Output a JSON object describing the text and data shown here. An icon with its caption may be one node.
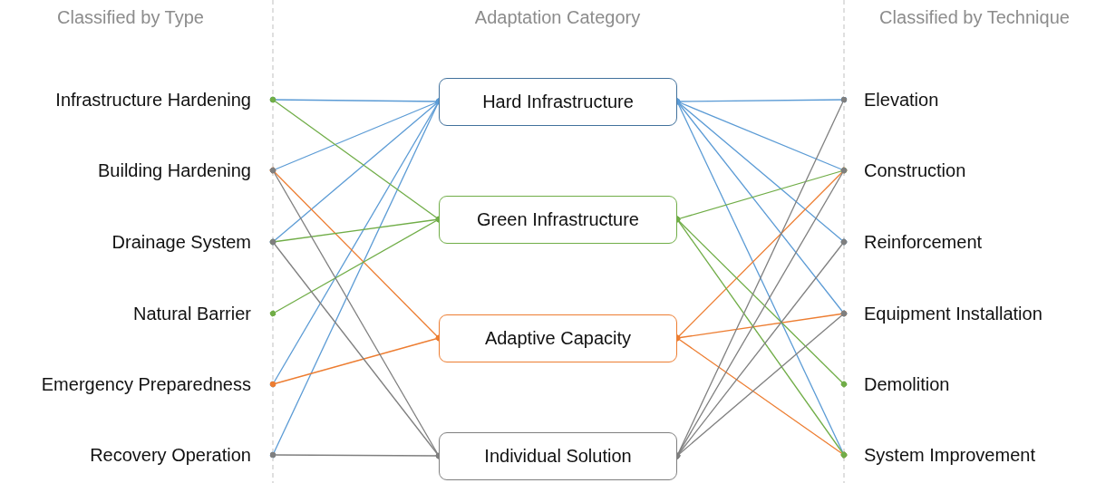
{
  "diagram": {
    "nodes": [
      {
        "text": [
          "Infrastructure Hardening"
        ]
      },
      {
        "text": [
          "Building Hardening"
        ]
      },
      {
        "text": [
          "Drainage System"
        ]
      },
      {
        "text": [
          "Natural Barrier"
        ]
      },
      {
        "text": [
          "Emergency Preparedness"
        ]
      },
      {
        "text": [
          "Recovery Operation"
        ]
      },
      {
        "text": [
          "Hard Infrastructure"
        ]
      },
      {
        "text": [
          "Green Infrastructure"
        ]
      },
      {
        "text": [
          "Adaptive Capacity"
        ]
      },
      {
        "text": [
          "Individual Solution"
        ]
      },
      {
        "text": [
          "Elevation"
        ]
      },
      {
        "text": [
          "Construction"
        ]
      },
      {
        "text": [
          "Reinforcement"
        ]
      },
      {
        "text": [
          "Equipment Installation"
        ]
      },
      {
        "text": [
          "Demolition"
        ]
      },
      {
        "text": [
          "System Improvement"
        ]
      }
    ],
    "edges": [
      {
        "from": 0,
        "to": 6,
        "arrow": "other"
      },
      {
        "from": 1,
        "to": 6,
        "arrow": "other"
      },
      {
        "from": 2,
        "to": 6,
        "arrow": "other"
      },
      {
        "from": 4,
        "to": 6,
        "arrow": "other"
      },
      {
        "from": 5,
        "to": 6,
        "arrow": "other"
      },
      {
        "from": 6,
        "to": 10,
        "arrow": "other"
      },
      {
        "from": 6,
        "to": 11,
        "arrow": "other"
      },
      {
        "from": 6,
        "to": 12,
        "arrow": "other"
      },
      {
        "from": 6,
        "to": 13,
        "arrow": "other"
      },
      {
        "from": 6,
        "to": 15,
        "arrow": "other"
      },
      {
        "from": 1,
        "to": 8,
        "arrow": "other",
        "color": "#ed7d31"
      },
      {
        "from": 4,
        "to": 8,
        "arrow": "other",
        "color": "#ed7d31"
      },
      {
        "from": 8,
        "to": 11,
        "arrow": "other",
        "color": "#ed7d31"
      },
      {
        "from": 8,
        "to": 13,
        "arrow": "other",
        "color": "#ed7d31"
      },
      {
        "from": 8,
        "to": 15,
        "arrow": "other",
        "color": "#ed7d31"
      },
      {
        "from": 0,
        "to": 7,
        "arrow": "other",
        "color": "#70ad47"
      },
      {
        "from": 2,
        "to": 7,
        "arrow": "other",
        "color": "#70ad47"
      },
      {
        "from": 3,
        "to": 7,
        "arrow": "other",
        "color": "#70ad47"
      },
      {
        "from": 7,
        "to": 11,
        "arrow": "other",
        "color": "#70ad47"
      },
      {
        "from": 7,
        "to": 14,
        "arrow": "other",
        "color": "#70ad47"
      },
      {
        "from": 7,
        "to": 15,
        "arrow": "other",
        "color": "#70ad47"
      },
      {
        "from": 1,
        "to": 9,
        "arrow": "other",
        "color": "#7f7f7f"
      },
      {
        "from": 2,
        "to": 9,
        "arrow": "other",
        "color": "#7f7f7f"
      },
      {
        "from": 5,
        "to": 9,
        "arrow": "other",
        "color": "#7f7f7f"
      },
      {
        "from": 9,
        "to": 10,
        "arrow": "other",
        "color": "#7f7f7f"
      },
      {
        "from": 9,
        "to": 11,
        "arrow": "other",
        "color": "#7f7f7f"
      },
      {
        "from": 9,
        "to": 12,
        "arrow": "other",
        "color": "#7f7f7f"
      },
      {
        "from": 9,
        "to": 13,
        "arrow": "other",
        "color": "#7f7f7f"
      }
    ],
    "labels": [
      "Classified by Type",
      "Adaptation Category",
      "Classified by Technique"
    ]
  }
}
